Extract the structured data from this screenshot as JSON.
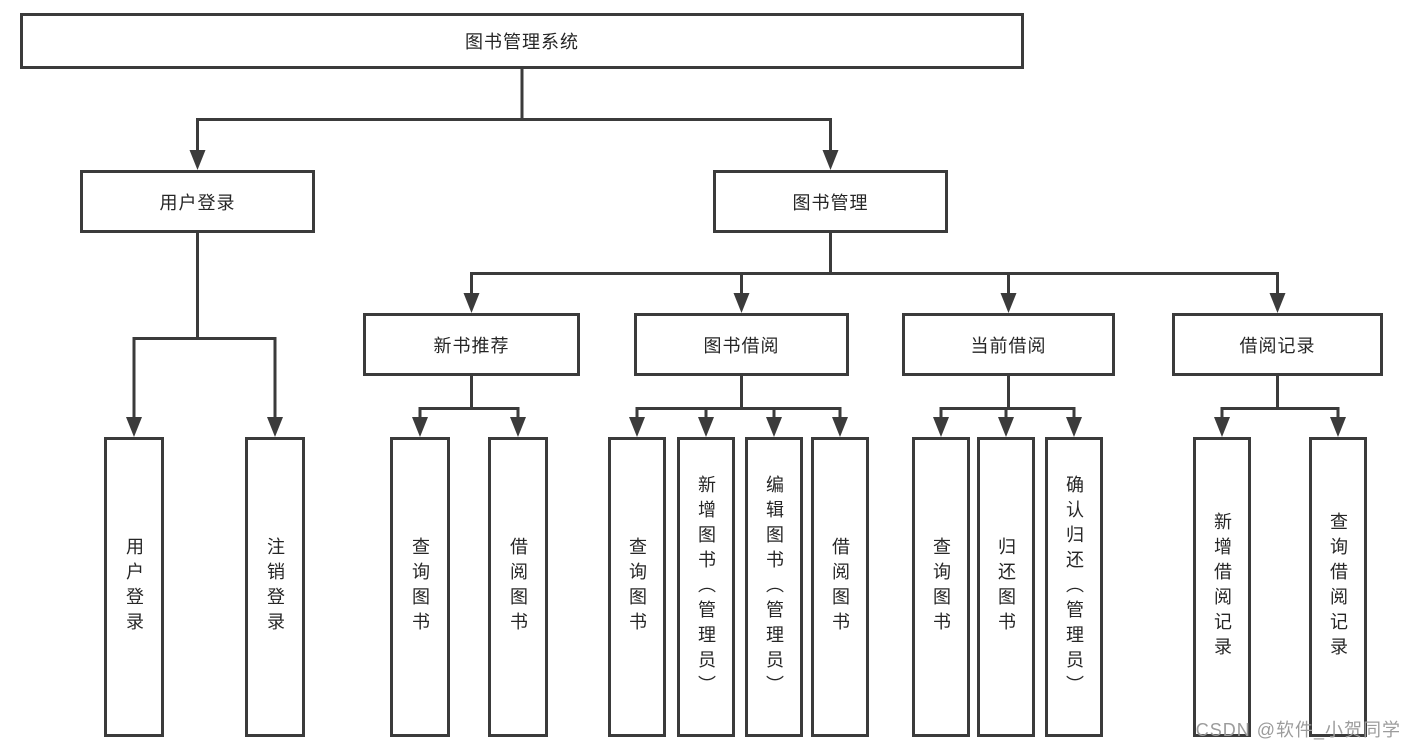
{
  "diagram": {
    "root": {
      "label": "图书管理系统"
    },
    "level2": [
      {
        "label": "用户登录"
      },
      {
        "label": "图书管理"
      }
    ],
    "level3": [
      {
        "label": "新书推荐"
      },
      {
        "label": "图书借阅"
      },
      {
        "label": "当前借阅"
      },
      {
        "label": "借阅记录"
      }
    ],
    "leaves": [
      {
        "label": "用户登录",
        "parent": "用户登录"
      },
      {
        "label": "注销登录",
        "parent": "用户登录"
      },
      {
        "label": "查询图书",
        "parent": "新书推荐"
      },
      {
        "label": "借阅图书",
        "parent": "新书推荐"
      },
      {
        "label": "查询图书",
        "parent": "图书借阅"
      },
      {
        "label": "新增图书（管理员）",
        "parent": "图书借阅"
      },
      {
        "label": "编辑图书（管理员）",
        "parent": "图书借阅"
      },
      {
        "label": "借阅图书",
        "parent": "图书借阅"
      },
      {
        "label": "查询图书",
        "parent": "当前借阅"
      },
      {
        "label": "归还图书",
        "parent": "当前借阅"
      },
      {
        "label": "确认归还（管理员）",
        "parent": "当前借阅"
      },
      {
        "label": "新增借阅记录",
        "parent": "借阅记录"
      },
      {
        "label": "查询借阅记录",
        "parent": "借阅记录"
      }
    ]
  },
  "watermark": "CSDN @软件_小贺同学",
  "colors": {
    "line": "#3b3b3b",
    "text": "#262626",
    "watermark": "#9c9c9c",
    "background": "#ffffff"
  }
}
